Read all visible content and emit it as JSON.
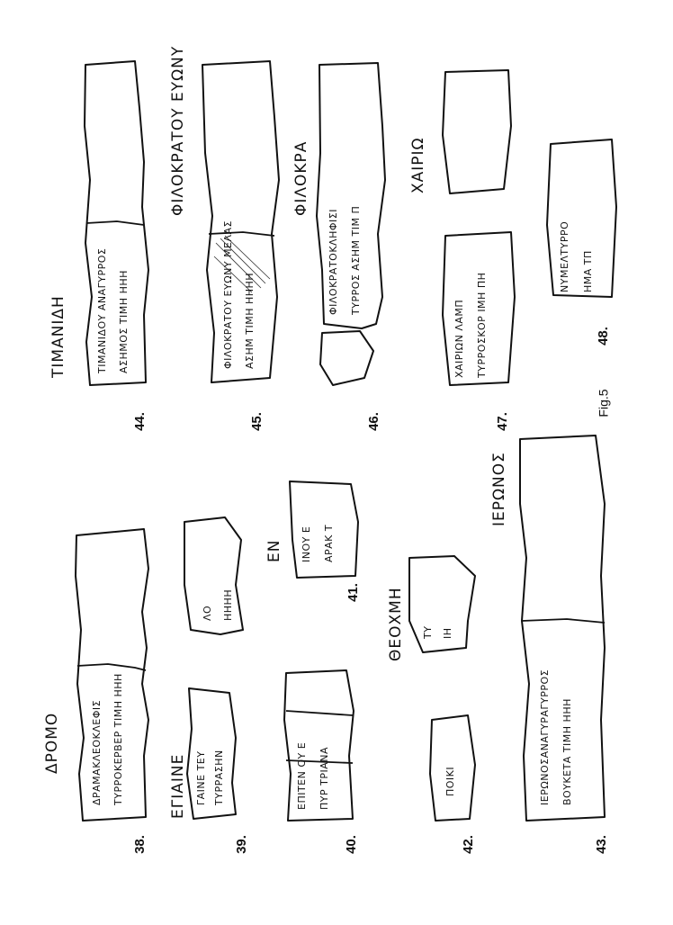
{
  "figure_label": "Fig.5",
  "entries": [
    {
      "id": "38",
      "label": "38.",
      "heading": "ΔΡΟΜΟ",
      "lines": [
        "ΔΡΑΜΑΚΛΕΟΚΛΕΦΙΣ",
        "ΤΥΡΡΟΚΕΡΒΕΡ ΤΙΜΗ ΗΗΗ"
      ]
    },
    {
      "id": "39",
      "label": "39.",
      "heading": "ΕΓΙΑΙΝΕ",
      "lines": [
        "ΓΑΙΝΕ ΤΕΥ",
        "ΤΥΡΡΑΣΗΝ"
      ],
      "lines_b": [
        "ΛΟ",
        "ΗΗΗΗ"
      ]
    },
    {
      "id": "40",
      "label": "40.",
      "lines": [
        "ΕΠΙΤΕΝ ΟΥ Ε",
        "ΠΥΡ ΤΡΙΑΝΑ"
      ]
    },
    {
      "id": "41",
      "label": "41.",
      "heading": "ΕΝ",
      "lines": [
        "ΙΝΟΥ Ε",
        "ΑΡΑΚ Τ"
      ]
    },
    {
      "id": "42",
      "label": "42.",
      "heading": "ΘΕΟΧΜΗ",
      "lines": [
        "ΠΟΙΚΙ"
      ],
      "lines_b": [
        "ΤΥ",
        "ΙΗ"
      ]
    },
    {
      "id": "43",
      "label": "43.",
      "heading": "ΙΕΡΩΝΟΣ",
      "lines": [
        "ΙΕΡΩΝΟΣΑΝΑΓΥΡΑΓΥΡΡΟΣ",
        "ΒΟΥΚΕΤΑ ΤΙΜΗ ΗΗΗ"
      ]
    },
    {
      "id": "44",
      "label": "44.",
      "heading": "ΤΙΜΑΝΙΔΗ",
      "lines": [
        "ΤΙΜΑΝΙΔΟΥ ΑΝΑΓΥΡΡΟΣ",
        "ΑΣΗΜΟΣ ΤΙΜΗ ΗΗΗ"
      ]
    },
    {
      "id": "45",
      "label": "45.",
      "heading": "ΦΙΛΟΚΡΑΤΟΥ ΕΥΩΝΥ",
      "lines": [
        "ΦΙΛΟΚΡΑΤΟΥ ΕΥΩΝΥ ΜΕΛΑΣ",
        "ΑΣΗΜ ΤΙΜΗ ΗΗΗΗ"
      ]
    },
    {
      "id": "46",
      "label": "46.",
      "heading": "ΦΙΛΟΚΡΑ",
      "lines": [
        "ΦΙΛΟΚΡΑΤΟΚΛΗΦΙΣΙ",
        "ΤΥΡΡΟΣ ΑΣΗΜ ΤΙΜ Π"
      ]
    },
    {
      "id": "47",
      "label": "47.",
      "heading": "ΧΑΙΡΙΩ",
      "lines": [
        "ΧΑΙΡΙΩΝ ΛΑΜΠ",
        "ΤΥΡΡΟΣΚΟΡ ΙΜΗ ΠΗ"
      ]
    },
    {
      "id": "48",
      "label": "48.",
      "lines": [
        "ΝΥΜΕΛΤΥΡΡΟ",
        "ΗΜΑ ΤΠ"
      ]
    }
  ]
}
